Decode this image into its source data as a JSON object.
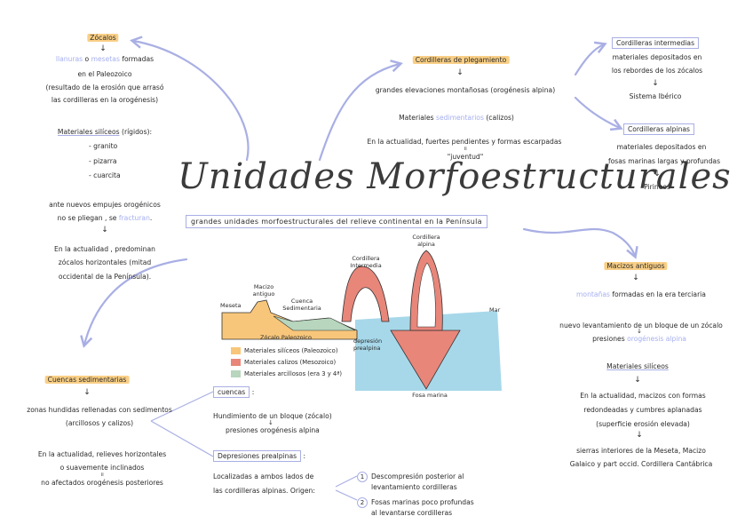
{
  "title": "Unidades Morfoestructurales",
  "subtitle": "grandes unidades morfoestructurales del relieve continental en la Península",
  "zocalos": {
    "heading": "Zócalos",
    "arrow": "↓",
    "line1_a": "llanuras",
    "line1_b": "o",
    "line1_c": "mesetas",
    "line1_d": "formadas",
    "line2": "en el Paleozoico",
    "line3": "(resultado de la erosión que arrasó",
    "line4": "las cordilleras en la orogénesis)",
    "mat_label": "Materiales silíceos",
    "mat_rest": "(rígidos):",
    "items": [
      "- granito",
      "- pizarra",
      "- cuarcita"
    ],
    "empujes1": "ante nuevos empujes orogénicos",
    "empujes2_a": "no se pliegan , se",
    "empujes2_b": "fracturan",
    "arrow2": "↓",
    "actual1": "En la actualidad , predominan",
    "actual2": "zócalos horizontales (mitad",
    "actual3": "occidental de la Península)."
  },
  "plegamiento": {
    "heading": "Cordilleras de plegamiento",
    "arrow": "↓",
    "line1": "grandes elevaciones montañosas (orogénesis alpina)",
    "mat_a": "Materiales",
    "mat_b": "sedimentarios",
    "mat_c": "(calizos)",
    "actual": "En la actualidad, fuertes pendientes y formas escarpadas",
    "equiv": "॥",
    "juventud": "\"juventud\""
  },
  "intermedias": {
    "heading": "Cordilleras intermedias",
    "line1": "materiales depositados en",
    "line2": "los rebordes de los zócalos",
    "arrow": "↓",
    "line3": "Sistema Ibérico"
  },
  "alpinas": {
    "heading": "Cordilleras alpinas",
    "line1": "materiales depositados en",
    "line2": "fosas marinas largas y profundas",
    "arrow": "↓",
    "line3": "Pirineos"
  },
  "macizos": {
    "heading": "Macizos antiguos",
    "arrow": "↓",
    "line1_a": "montañas",
    "line1_b": "formadas en la era terciaria",
    "line2": "nuevo levantamiento de un bloque de un zócalo",
    "line3_a": "presiones",
    "line3_b": "orogénesis alpina",
    "arrow_small": "↓",
    "mat_label": "Materiales silíceos",
    "arrow2": "↓",
    "actual1": "En la actualidad, macizos con formas",
    "actual2": "redondeadas y cumbres aplanadas",
    "actual3": "(superficie erosión elevada)",
    "arrow3": "↓",
    "ej1": "sierras interiores de la Meseta, Macizo",
    "ej2": "Galaico y part occid. Cordillera Cantábrica"
  },
  "cuencas": {
    "heading": "Cuencas sedimentarias",
    "arrow": "↓",
    "line1": "zonas hundidas rellenadas con sedimentos",
    "line2": "(arcillosos y calizos)",
    "actual1": "En la actualidad, relieves horizontales",
    "actual2": "o suavemente inclinados",
    "equiv": "॥",
    "actual3": "no afectados orogénesis posteriores"
  },
  "cuencas_box": {
    "label": "cuencas",
    "colon": ":",
    "line1": "Hundimiento de un bloque (zócalo)",
    "arrow": "↓",
    "line2": "presiones orogénesis alpina"
  },
  "depresiones": {
    "heading": "Depresiones prealpinas",
    "colon": ":",
    "line1": "Localizadas a ambos lados de",
    "line2": "las cordilleras alpinas. Origen:",
    "o1_num": "1",
    "o1_l1": "Descompresión posterior al",
    "o1_l2": "levantamiento cordilleras",
    "o2_num": "2",
    "o2_l1": "Fosas marinas poco profundas",
    "o2_l2": "al levantarse cordilleras"
  },
  "diagram": {
    "meseta": "Meseta",
    "macizo_1": "Macizo",
    "macizo_2": "antiguo",
    "cuenca_1": "Cuenca",
    "cuenca_2": "Sedimentaria",
    "zocalo": "Zócalo Paleozoico",
    "intermedia_1": "Cordillera",
    "intermedia_2": "Intermedia",
    "alpina_1": "Cordillera",
    "alpina_2": "alpina",
    "mar": "Mar",
    "depresion_1": "depresión",
    "depresion_2": "prealpina",
    "fosa": "Fosa marina",
    "legend": [
      {
        "label": "Materiales silíceos (Paleozoico)",
        "color": "#f8c67a"
      },
      {
        "label": "Materiales calizos (Mesozoico)",
        "color": "#e8867a"
      },
      {
        "label": "Materiales arcillosos (era 3 y 4ª)",
        "color": "#b7d6bd"
      }
    ]
  },
  "colors": {
    "highlight": "#f9cf86",
    "connector": "#a9afe4",
    "accent_text": "#a5aff0",
    "siliceo": "#f8c67a",
    "calizo": "#e8867a",
    "arcilloso": "#b7d6bd",
    "sea": "#a7d8ea"
  }
}
